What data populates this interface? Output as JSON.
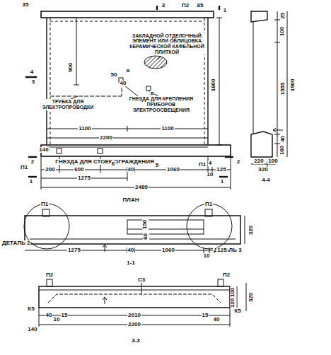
{
  "diagram": {
    "labels": [
      "35",
      "3",
      "П2",
      "85",
      "1",
      "ЗАКЛАДНОЙ ОТДЕЛОЧНЫЙ ЭЛЕМЕНТ ИЛИ ОБЛИЦОВКА КЕРАМИЧЕСКОЙ КАФЕЛЬНОЙ ПЛИТКОЙ",
      "900",
      "1800",
      "50",
      "40",
      "а",
      "а",
      "4",
      "3",
      "ТРУБКА ДЛЯ ЭЛЕКТРОПРОВОДКИ",
      "ГНЕЗДА ДЛЯ КРЕПЛЕНИЯ ПРИБОРОВ ЭЛЕКТРООСВЕЩЕНИЯ",
      "1100",
      "1100",
      "2200",
      "140",
      "2",
      "2",
      "П1",
      "ГНЕЗДА ДЛЯ СТОЕК ОГРАЖДЕНИЯ",
      "5",
      "П1",
      "4",
      "200",
      "600",
      "6",
      "40",
      "1060",
      "10",
      "125",
      "1275",
      "2480",
      "1",
      "1",
      "ПЛАН",
      "25",
      "100",
      "1555",
      "1900",
      "40",
      "160",
      "220",
      "100",
      "320",
      "4-4",
      "П1",
      "П1",
      "ДЕТАЛЬ 2",
      "ДЕТАЛЬ 3",
      "150",
      "60",
      "320",
      "1275",
      "40",
      "1060",
      "10",
      "125",
      "1-1",
      "П2",
      "П2",
      "С3",
      "100",
      "120",
      "320",
      "К5",
      "К5",
      "40",
      "10",
      "15",
      "2010",
      "15",
      "40",
      "140",
      "2200",
      "3-3"
    ]
  }
}
